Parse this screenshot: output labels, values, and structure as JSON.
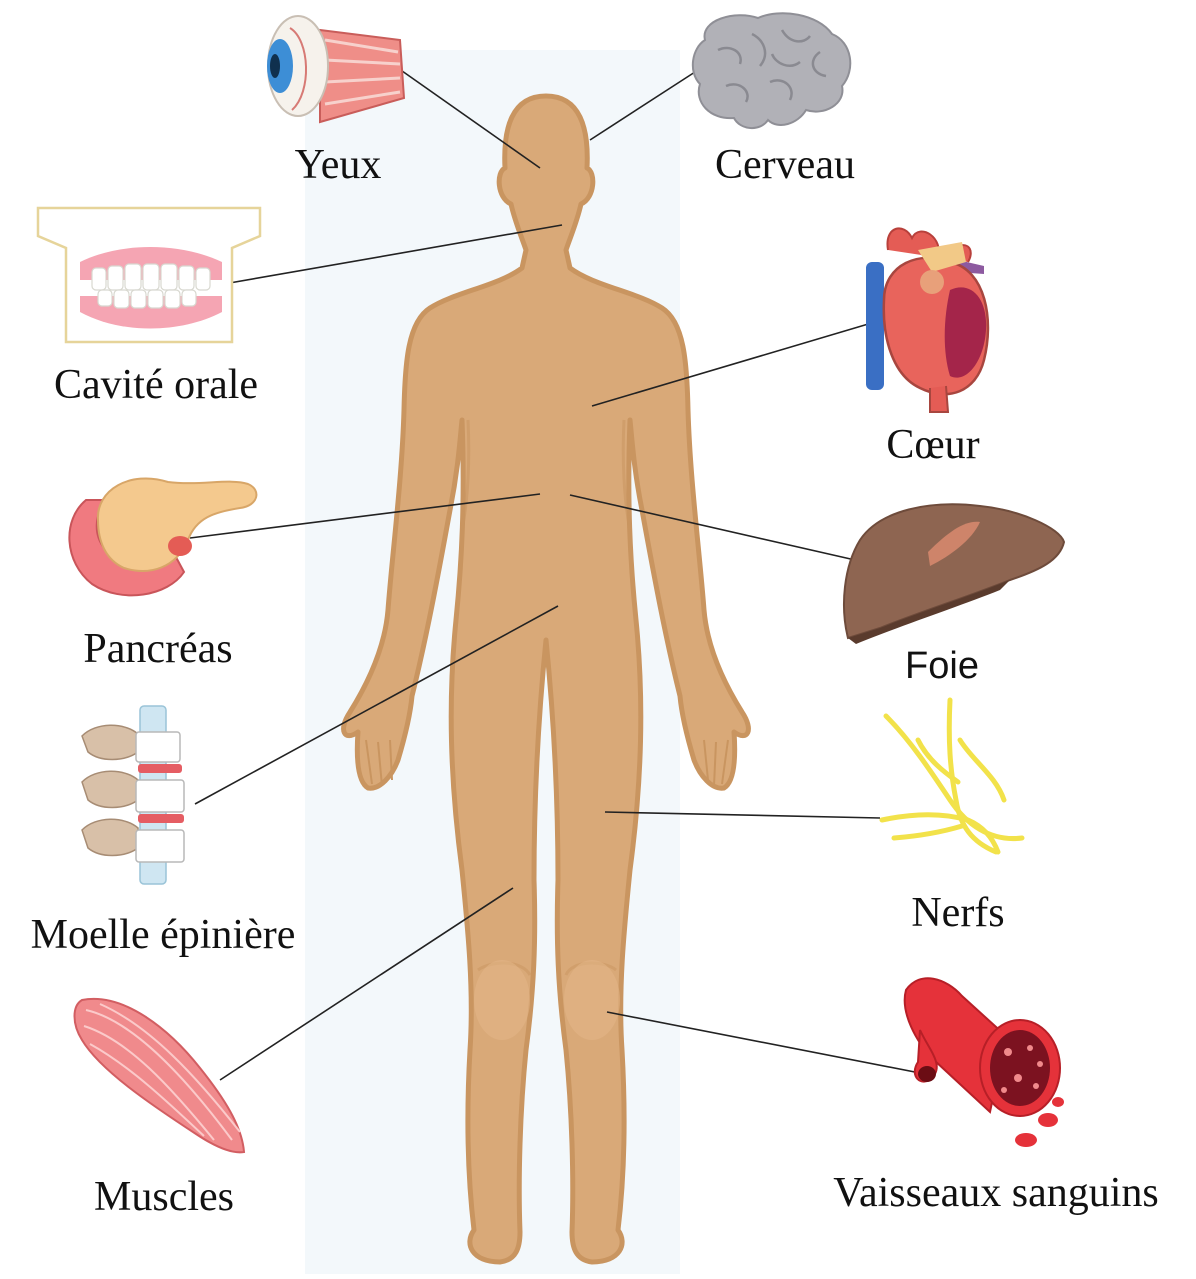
{
  "colors": {
    "skin": "#d9a978",
    "skin_shade": "#c99560",
    "skin_light": "#e3b789",
    "background_panel": "#f3f8fb",
    "leader_line": "#222222",
    "muscle": "#e87b7d",
    "heart_red": "#e45c55",
    "vein_blue": "#3a6fc4",
    "brain": "#a9a9af",
    "liver": "#8e6551",
    "nerve": "#f2e24a",
    "vessel": "#e5323a",
    "pancreas": "#f2c58a",
    "bone": "#d8c0a8"
  },
  "organs": [
    {
      "key": "eyes",
      "label": "Yeux",
      "icon": "eye-icon"
    },
    {
      "key": "brain",
      "label": "Cerveau",
      "icon": "brain-icon"
    },
    {
      "key": "mouth",
      "label": "Cavité orale",
      "icon": "teeth-icon"
    },
    {
      "key": "heart",
      "label": "Cœur",
      "icon": "heart-icon"
    },
    {
      "key": "pancreas",
      "label": "Pancréas",
      "icon": "pancreas-icon"
    },
    {
      "key": "liver",
      "label": "Foie",
      "icon": "liver-icon"
    },
    {
      "key": "spinal_cord",
      "label": "Moelle épinière",
      "icon": "spine-icon"
    },
    {
      "key": "nerves",
      "label": "Nerfs",
      "icon": "nerves-icon"
    },
    {
      "key": "muscles",
      "label": "Muscles",
      "icon": "muscle-icon"
    },
    {
      "key": "vessels",
      "label": "Vaisseaux sanguins",
      "icon": "blood-vessel-icon"
    }
  ]
}
